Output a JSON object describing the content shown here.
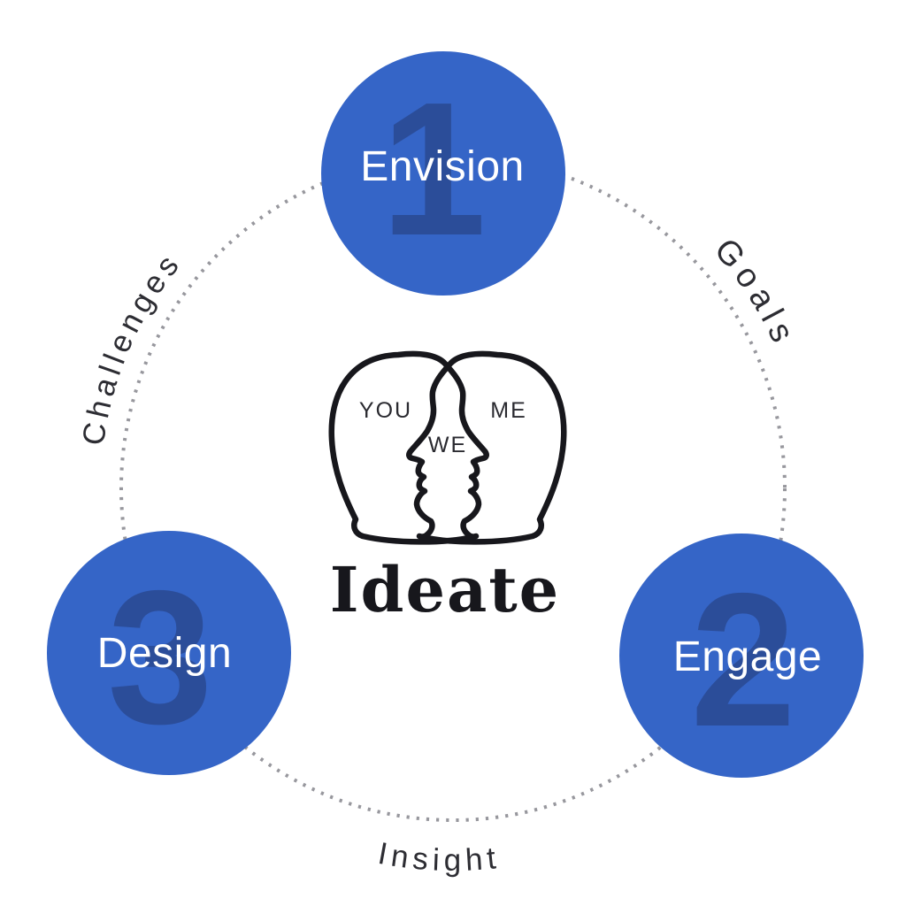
{
  "diagram": {
    "center": {
      "title": "Ideate",
      "icon_labels": {
        "left": "YOU",
        "right": "ME",
        "overlap": "WE"
      }
    },
    "nodes": [
      {
        "number": "1",
        "label": "Envision"
      },
      {
        "number": "2",
        "label": "Engage"
      },
      {
        "number": "3",
        "label": "Design"
      }
    ],
    "ring_labels": [
      {
        "position": "top-left",
        "text": "Challenges"
      },
      {
        "position": "top-right",
        "text": "Goals"
      },
      {
        "position": "bottom",
        "text": "Insight"
      }
    ],
    "colors": {
      "node_fill": "#3565C7",
      "node_number": "#2B4D99",
      "node_label": "#FFFFFF",
      "ring_dots": "#97979D",
      "ring_label": "#2D2D33",
      "ink": "#17171C",
      "icon_label": "#2A2A30"
    }
  }
}
